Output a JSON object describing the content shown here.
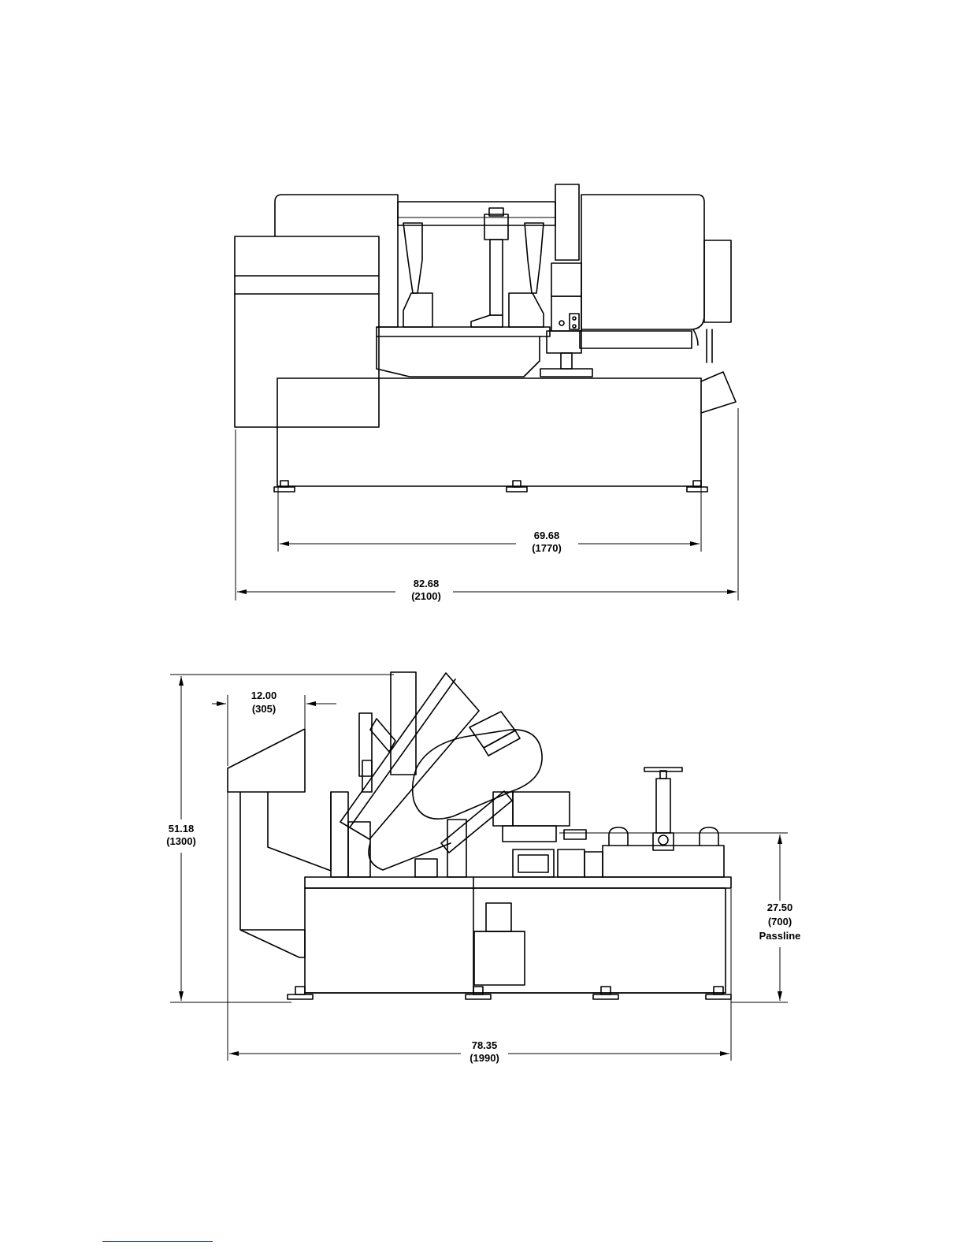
{
  "top_view": {
    "dim_inner": {
      "value": "69.68",
      "metric": "(1770)"
    },
    "dim_overall": {
      "value": "82.68",
      "metric": "(2100)"
    }
  },
  "side_view": {
    "dim_height": {
      "value": "51.18",
      "metric": "(1300)"
    },
    "dim_offset": {
      "value": "12.00",
      "metric": "(305)"
    },
    "dim_passline": {
      "value": "27.50",
      "metric": "(700)",
      "label": "Passline"
    },
    "dim_length": {
      "value": "78.35",
      "metric": "(1990)"
    }
  },
  "colors": {
    "line": "#000000",
    "background": "#ffffff",
    "footer_link": "#2a4fd6"
  }
}
